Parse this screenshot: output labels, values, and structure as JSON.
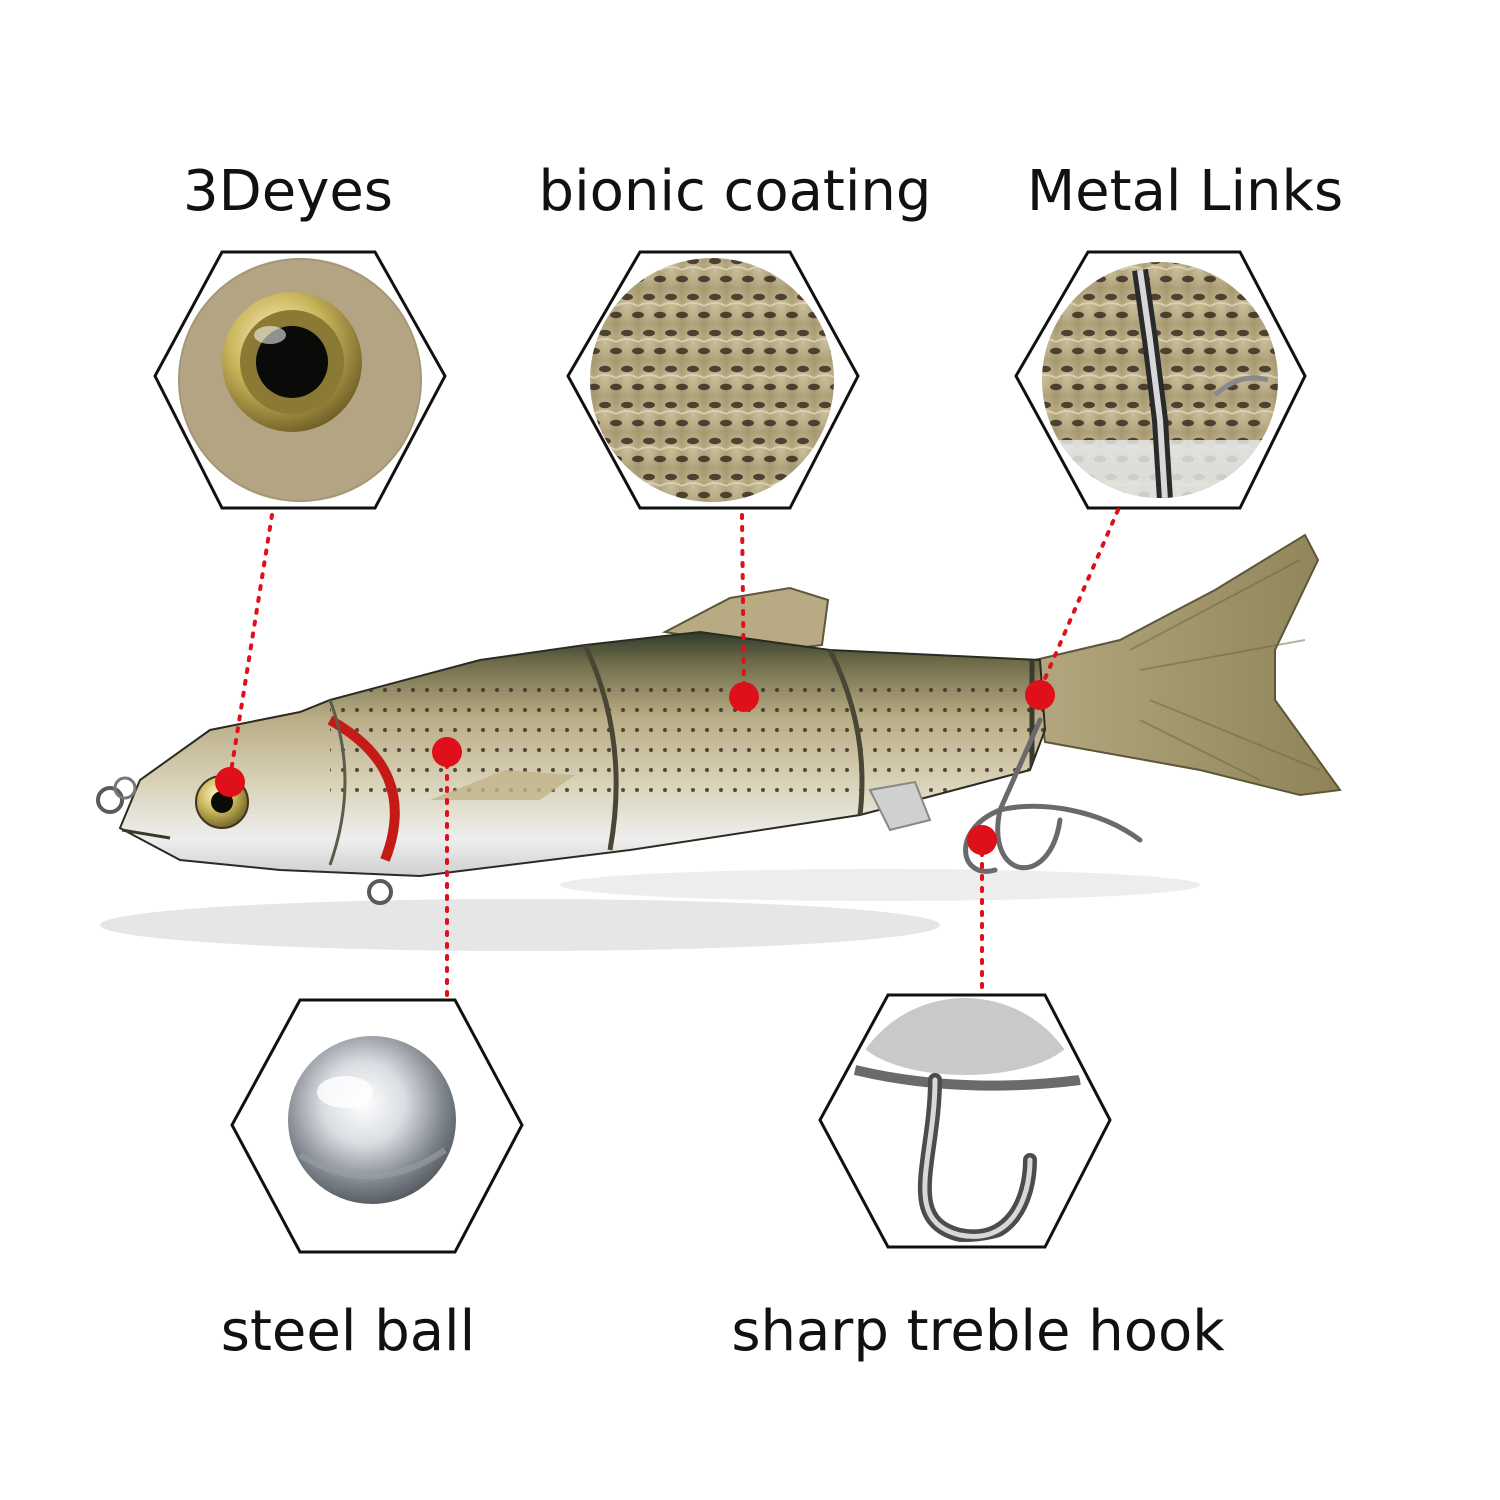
{
  "features": {
    "eyes_label": "3Deyes",
    "coating_label": "bionic coating",
    "links_label": "Metal Links",
    "ball_label": "steel ball",
    "hook_label": "sharp treble hook"
  },
  "colors": {
    "marker": "#e0101a",
    "hex_outline": "#111111",
    "background": "#ffffff"
  }
}
